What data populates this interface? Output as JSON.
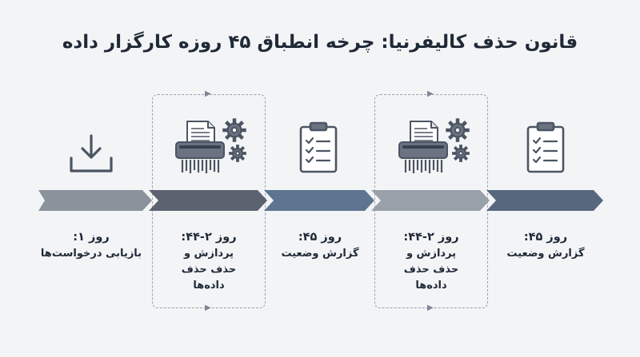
{
  "title": "قانون حذف کالیفرنیا: چرخه انطباق ۴۵ روزه کارگزار داده",
  "icons": [
    "download-icon",
    "shredder-gears-icon",
    "clipboard-checklist-icon",
    "shredder-gears-icon",
    "clipboard-checklist-icon"
  ],
  "colors": {
    "stage_1": "#8a929c",
    "stage_2": "#5b6270",
    "stage_3": "#5d7590",
    "stage_4": "#98a0aa",
    "stage_5": "#56677e",
    "icon_stroke": "#4b5563",
    "dashed_border": "#9aa1ab"
  },
  "stages": [
    {
      "day": "روز ۱:",
      "desc": "بازیابی درخواست‌ها"
    },
    {
      "day": "روز ۲-۴۴:",
      "desc": "پردازش و حذف حذف داده‌ها"
    },
    {
      "day": "روز ۴۵:",
      "desc": "گزارش وضعیت"
    },
    {
      "day": "روز ۲-۴۴:",
      "desc": "پردازش و حذف حذف داده‌ها"
    },
    {
      "day": "روز ۴۵:",
      "desc": "گزارش وضعیت"
    }
  ]
}
